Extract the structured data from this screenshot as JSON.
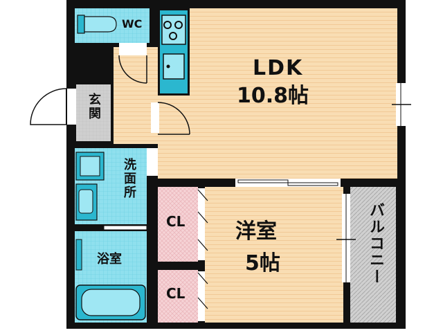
{
  "floorplan": {
    "rooms": {
      "ldk": {
        "name": "LDK",
        "size": "10.8帖"
      },
      "western": {
        "name": "洋室",
        "size": "5帖"
      },
      "balcony": {
        "name": "バルコニー"
      },
      "entrance": {
        "name": "玄関"
      },
      "washroom": {
        "name": "洗面所"
      },
      "bath": {
        "name": "浴室"
      },
      "wc": {
        "name": "WC"
      },
      "closet_top": {
        "name": "CL"
      },
      "closet_bottom": {
        "name": "CL"
      }
    },
    "colors": {
      "ldk_floor": "#f9ddb3",
      "ldk_stripe": "#f3cfa0",
      "wet_area": "#7fdcec",
      "wet_fixture": "#2bb7cf",
      "closet": "#f6cfd2",
      "balcony": "#c9c9c9",
      "wall": "#111111"
    }
  }
}
